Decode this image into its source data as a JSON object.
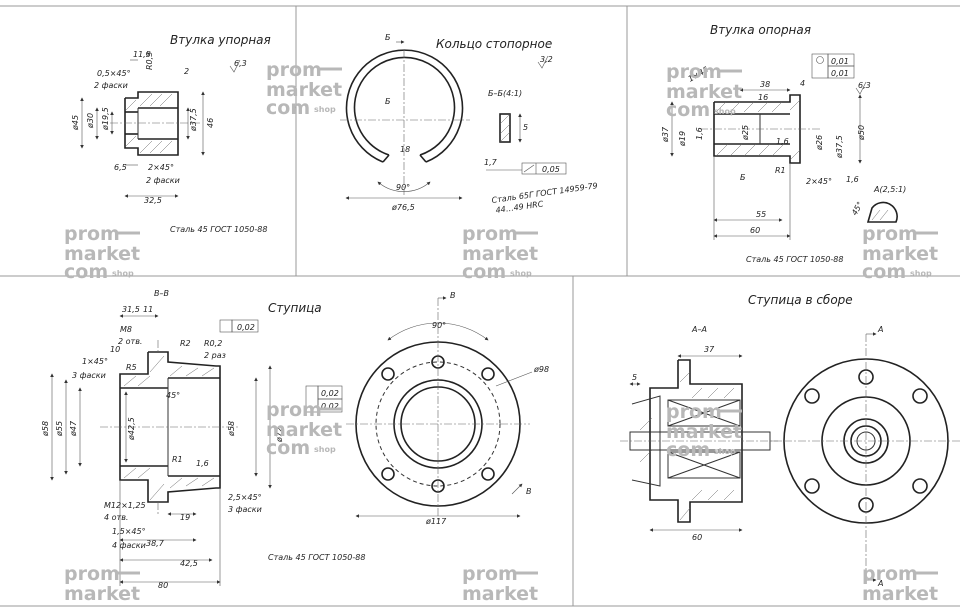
{
  "panels": {
    "thrust_bushing": {
      "title": "Втулка упорная",
      "roughness": "6,3",
      "dims": [
        "11,5",
        "R0,5",
        "0,5×45°",
        "2 фаски",
        "2",
        "ø45",
        "ø30",
        "ø19,5",
        "ø37,5",
        "46",
        "6,5",
        "2×45°",
        "2 фаски",
        "32,5"
      ],
      "material": "Сталь 45 ГОСТ 1050-88"
    },
    "retaining_ring": {
      "title": "Кольцо стопорное",
      "roughness": "3,2",
      "section_mark": "Б",
      "section_title": "Б–Б(4:1)",
      "dims": [
        "18",
        "90°",
        "ø76,5",
        "5",
        "1,7",
        "0,05"
      ],
      "material": "Сталь 65Г ГОСТ 14959-79",
      "hardness": "44…49 HRC"
    },
    "support_bushing": {
      "title": "Втулка опорная",
      "tolerances": [
        "0,01",
        "0,01"
      ],
      "roughness": "6,3",
      "dims": [
        "1×45",
        "38",
        "4",
        "16",
        "ø37",
        "ø19",
        "1,6",
        "ø25",
        "1,6",
        "ø26",
        "ø37,5",
        "ø50",
        "Б",
        "R1",
        "2×45°",
        "1,6",
        "55",
        "60"
      ],
      "detail": "А(2,5:1)",
      "detail_angle": "45°",
      "material": "Сталь 45 ГОСТ 1050-88"
    },
    "hub": {
      "section_title": "В–В",
      "title": "Ступица",
      "tolerance": "0,02",
      "tolerances_right": [
        "0,02",
        "0,02"
      ],
      "section_mark": "В",
      "dims": [
        "31,5",
        "11",
        "M8",
        "2 отв.",
        "10",
        "1×45°",
        "3 фаски",
        "R5",
        "R2",
        "R0,2",
        "2 раз",
        "45°",
        "ø58",
        "ø55",
        "ø47",
        "ø42,5",
        "R1",
        "1,6",
        "ø72",
        "ø58",
        "M12×1,25",
        "4 отв.",
        "1,5×45°",
        "4 фаски",
        "19",
        "38,7",
        "42,5",
        "80",
        "2,5×45°",
        "3 фаски",
        "90°",
        "ø98",
        "ø117"
      ],
      "material": "Сталь 45 ГОСТ 1050-88"
    },
    "hub_assembly": {
      "title": "Ступица в сборе",
      "section_title": "А–А",
      "section_mark": "А",
      "dims": [
        "5",
        "37",
        "60"
      ]
    }
  },
  "watermark": {
    "line1": "prom",
    "line2": "market",
    "line3": "com",
    "suffix": "shop"
  }
}
